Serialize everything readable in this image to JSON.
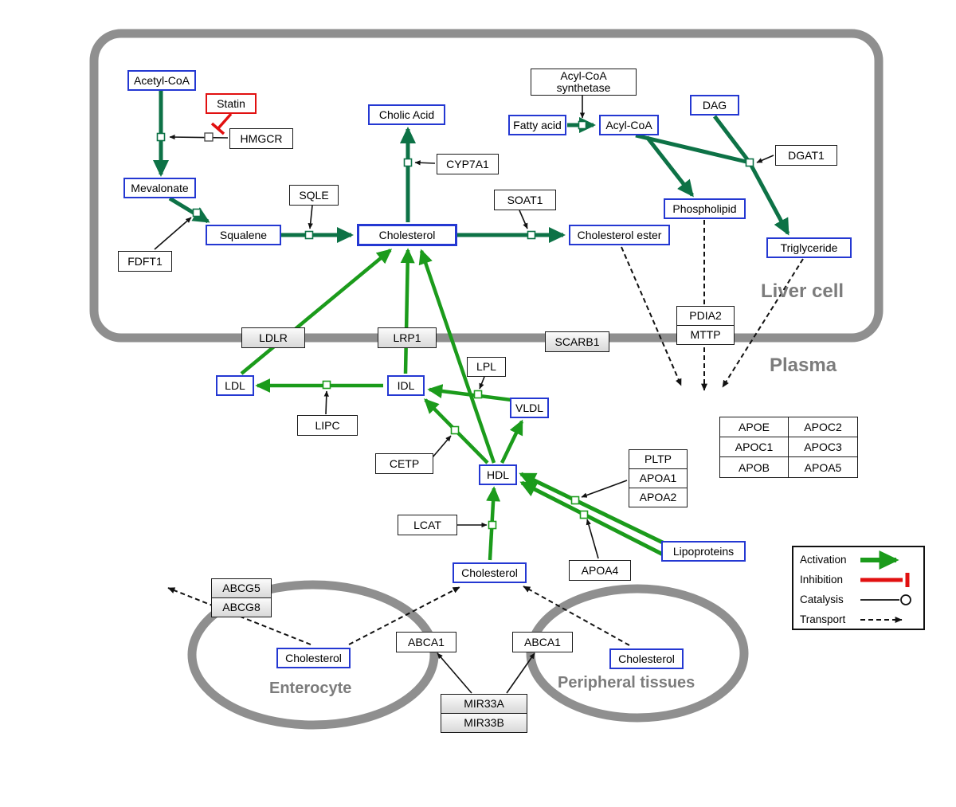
{
  "compartments": {
    "liver": "Liver cell",
    "plasma": "Plasma",
    "enterocyte": "Enterocyte",
    "peripheral": "Peripheral tissues"
  },
  "entities": {
    "acetyl_coa": "Acetyl-CoA",
    "mevalonate": "Mevalonate",
    "squalene": "Squalene",
    "cholesterol_liver": "Cholesterol",
    "cholic_acid": "Cholic Acid",
    "cholesterol_ester": "Cholesterol ester",
    "fatty_acid": "Fatty acid",
    "acyl_coa": "Acyl-CoA",
    "dag": "DAG",
    "phospholipid": "Phospholipid",
    "triglyceride": "Triglyceride",
    "ldl": "LDL",
    "idl": "IDL",
    "vldl": "VLDL",
    "hdl": "HDL",
    "lipoproteins": "Lipoproteins",
    "cholesterol_plasma": "Cholesterol",
    "cholesterol_enterocyte": "Cholesterol",
    "cholesterol_peripheral": "Cholesterol"
  },
  "proteins": {
    "statin": "Statin",
    "hmgcr": "HMGCR",
    "fdft1": "FDFT1",
    "sqle": "SQLE",
    "cyp7a1": "CYP7A1",
    "soat1": "SOAT1",
    "acyl_coa_synthetase": "Acyl-CoA synthetase",
    "dgat1": "DGAT1",
    "pdia2": "PDIA2",
    "mttp": "MTTP",
    "ldlr": "LDLR",
    "lrp1": "LRP1",
    "scarb1": "SCARB1",
    "lipc": "LIPC",
    "lpl": "LPL",
    "cetp": "CETP",
    "lcat": "LCAT",
    "pltp": "PLTP",
    "apoa1": "APOA1",
    "apoa2": "APOA2",
    "apoa4": "APOA4",
    "abcg5": "ABCG5",
    "abcg8": "ABCG8",
    "abca1_left": "ABCA1",
    "abca1_right": "ABCA1",
    "mir33a": "MIR33A",
    "mir33b": "MIR33B"
  },
  "apo_table": [
    [
      "APOE",
      "APOC2"
    ],
    [
      "APOC1",
      "APOC3"
    ],
    [
      "APOB",
      "APOA5"
    ]
  ],
  "legend": {
    "activation": "Activation",
    "inhibition": "Inhibition",
    "catalysis": "Catalysis",
    "transport": "Transport"
  },
  "colors": {
    "activation_green": "#1b9b1b",
    "reaction_green": "#0d7246",
    "inhibition_red": "#e11010",
    "entity_border_blue": "#2438d2",
    "compartment_gray": "#8f8f8f",
    "label_gray": "#7c7c7c"
  }
}
